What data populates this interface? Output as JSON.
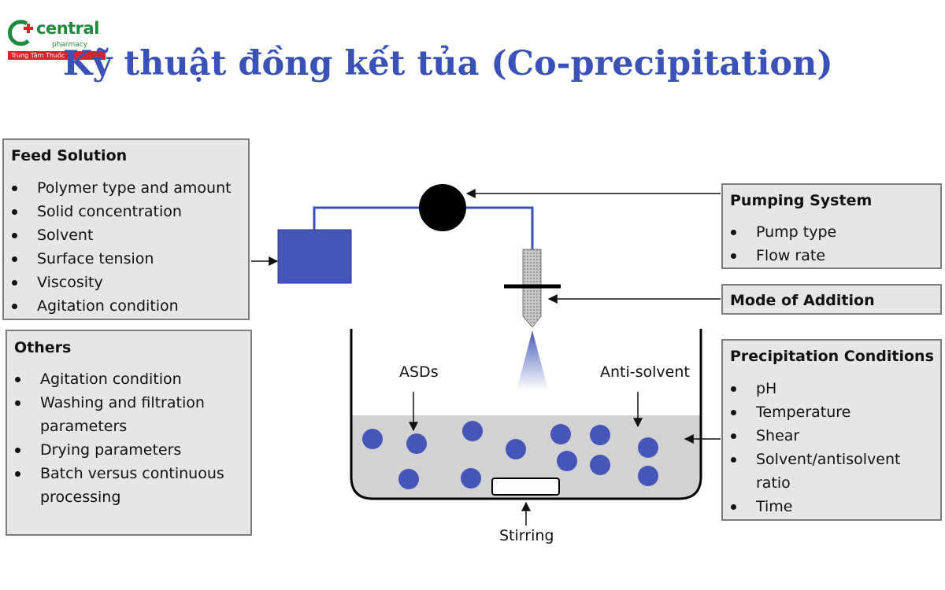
{
  "logo": {
    "name": "central",
    "sub": "pharmacy",
    "bar": "Trung Tâm Thuốc"
  },
  "title": "Kỹ thuật đồng kết tủa (Co-precipitation)",
  "feed": {
    "heading": "Feed Solution",
    "items": [
      "Polymer type and amount",
      "Solid concentration",
      "Solvent",
      "Surface tension",
      "Viscosity",
      "Agitation condition"
    ]
  },
  "others": {
    "heading": "Others",
    "items": [
      "Agitation condition",
      "Washing and filtration parameters",
      "Drying parameters",
      "Batch versus continuous processing"
    ]
  },
  "pump": {
    "heading": "Pumping System",
    "items": [
      "Pump type",
      "Flow rate"
    ]
  },
  "mode": {
    "heading": "Mode of Addition"
  },
  "precip": {
    "heading": "Precipitation Conditions",
    "items": [
      "pH",
      "Temperature",
      "Shear",
      "Solvent/antisolvent ratio",
      "Time"
    ]
  },
  "labels": {
    "asds": "ASDs",
    "antisolvent": "Anti-solvent",
    "stirring": "Stirring"
  },
  "colors": {
    "title": "#3a52b5",
    "feed_tank": "#4656b8",
    "tube": "#3a52b5",
    "particle": "#4656b8",
    "liquid": "#d2d2d2",
    "box_fill": "#e6e6e6",
    "logo_green": "#1f8a3e",
    "logo_red": "#d7262b"
  }
}
